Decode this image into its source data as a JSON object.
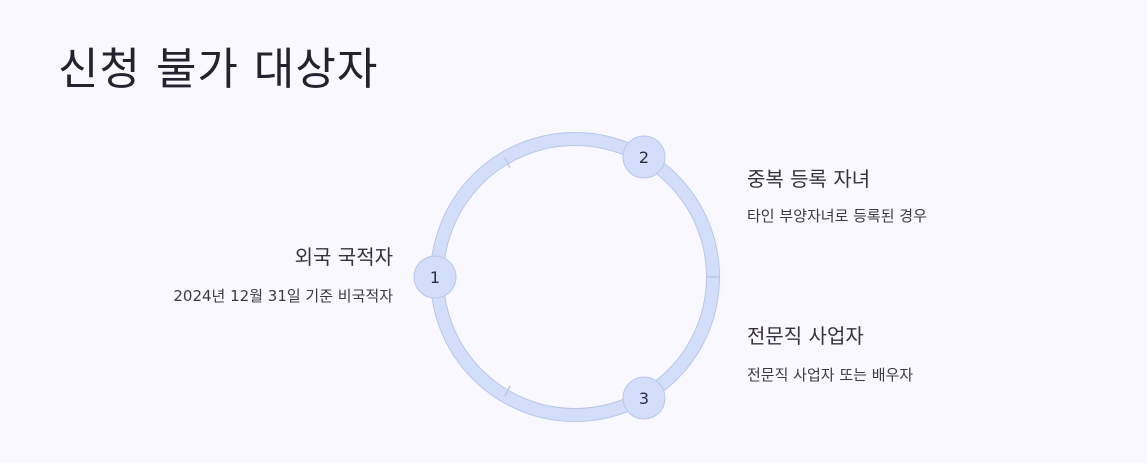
{
  "title": "신청 불가 대상자",
  "items": [
    {
      "number": "1",
      "title": "외국 국적자",
      "description": "2024년 12월 31일 기준 비국적자"
    },
    {
      "number": "2",
      "title": "중복 등록 자녀",
      "description": "타인 부양자녀로 등록된 경우"
    },
    {
      "number": "3",
      "title": "전문직 사업자",
      "description": "전문직 사업자 또는 배우자"
    }
  ],
  "colors": {
    "ring": "#d3defa",
    "ring_stroke": "#b9c7ea",
    "badge": "#d3defa",
    "background": "#f9f8fe"
  }
}
